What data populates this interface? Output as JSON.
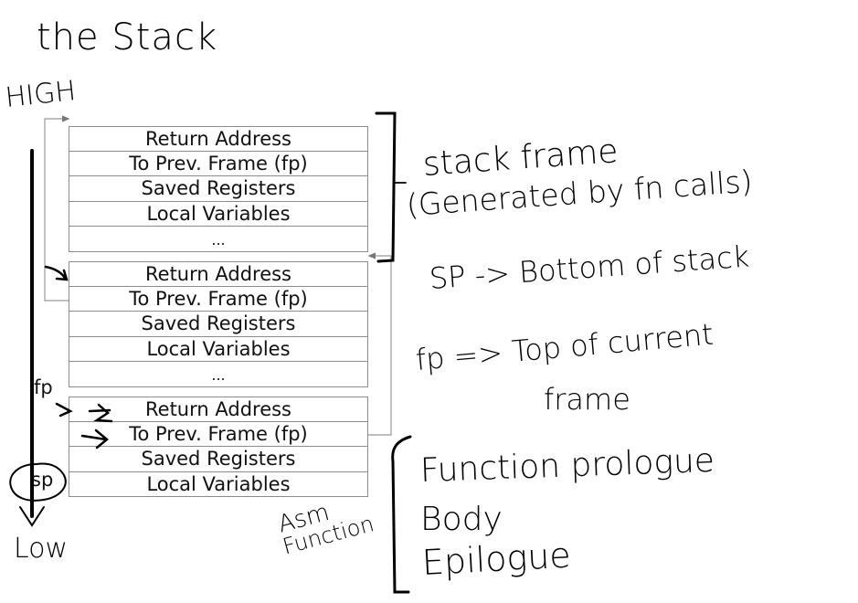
{
  "title": "the Stack",
  "address_labels": {
    "high": "HIGH",
    "low": "Low"
  },
  "frames": [
    {
      "id": "frame-1",
      "cells": [
        "Return Address",
        "To Prev. Frame (fp)",
        "Saved Registers",
        "Local Variables",
        "..."
      ]
    },
    {
      "id": "frame-2",
      "cells": [
        "Return Address",
        "To Prev. Frame (fp)",
        "Saved Registers",
        "Local Variables",
        "..."
      ]
    },
    {
      "id": "frame-3",
      "cells": [
        "Return Address",
        "To Prev. Frame (fp)",
        "Saved Registers",
        "Local Variables"
      ]
    }
  ],
  "pointers": {
    "fp": "fp",
    "sp": "sp"
  },
  "annotations": {
    "stack_frame_line1": "stack frame",
    "stack_frame_line2": "(Generated by fn calls)",
    "sp_note": "SP -> Bottom of stack",
    "fp_note_line1": "fp => Top of current",
    "fp_note_line2": "frame",
    "asm_label_line1": "Asm",
    "asm_label_line2": "Function",
    "asm_parts": [
      "Function prologue",
      "Body",
      "Epilogue"
    ]
  },
  "colors": {
    "ink": "#000000",
    "box_border": "#8c8c8c",
    "connector": "#999999"
  }
}
